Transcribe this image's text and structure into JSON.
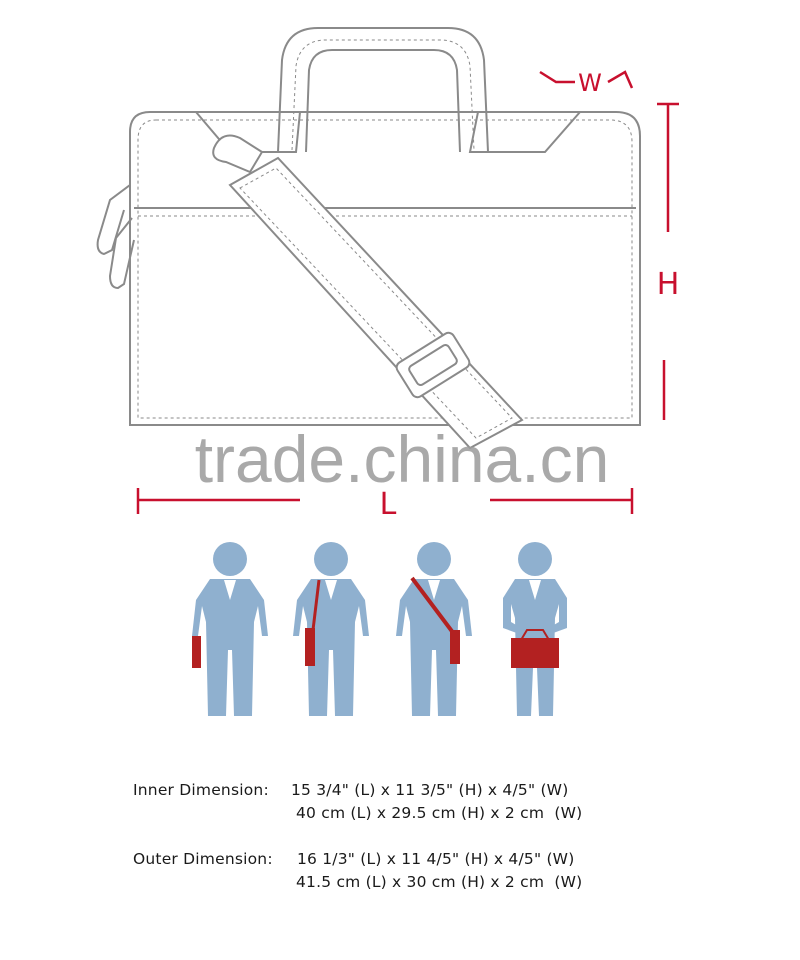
{
  "diagram": {
    "labels": {
      "width": "W",
      "height": "H",
      "length": "L"
    },
    "watermark": "trade.china.cn",
    "colors": {
      "dimension": "#c8102e",
      "outline": "#8a8a8a",
      "figure": "#8fb0cf",
      "bag": "#b32121"
    },
    "figures": [
      {
        "pose": "hand-carry"
      },
      {
        "pose": "shoulder-carry"
      },
      {
        "pose": "cross-body"
      },
      {
        "pose": "two-hand-front"
      }
    ]
  },
  "dimensions": {
    "inner": {
      "label": "Inner Dimension:",
      "imperial": "15 3/4\" (L) x 11 3/5\" (H) x 4/5\" (W)",
      "metric": "40 cm (L) x 29.5 cm (H) x 2 cm  (W)"
    },
    "outer": {
      "label": "Outer Dimension:",
      "imperial": "16 1/3\" (L) x 11 4/5\" (H) x 4/5\" (W)",
      "metric": "41.5 cm (L) x 30 cm (H) x 2 cm  (W)"
    }
  }
}
